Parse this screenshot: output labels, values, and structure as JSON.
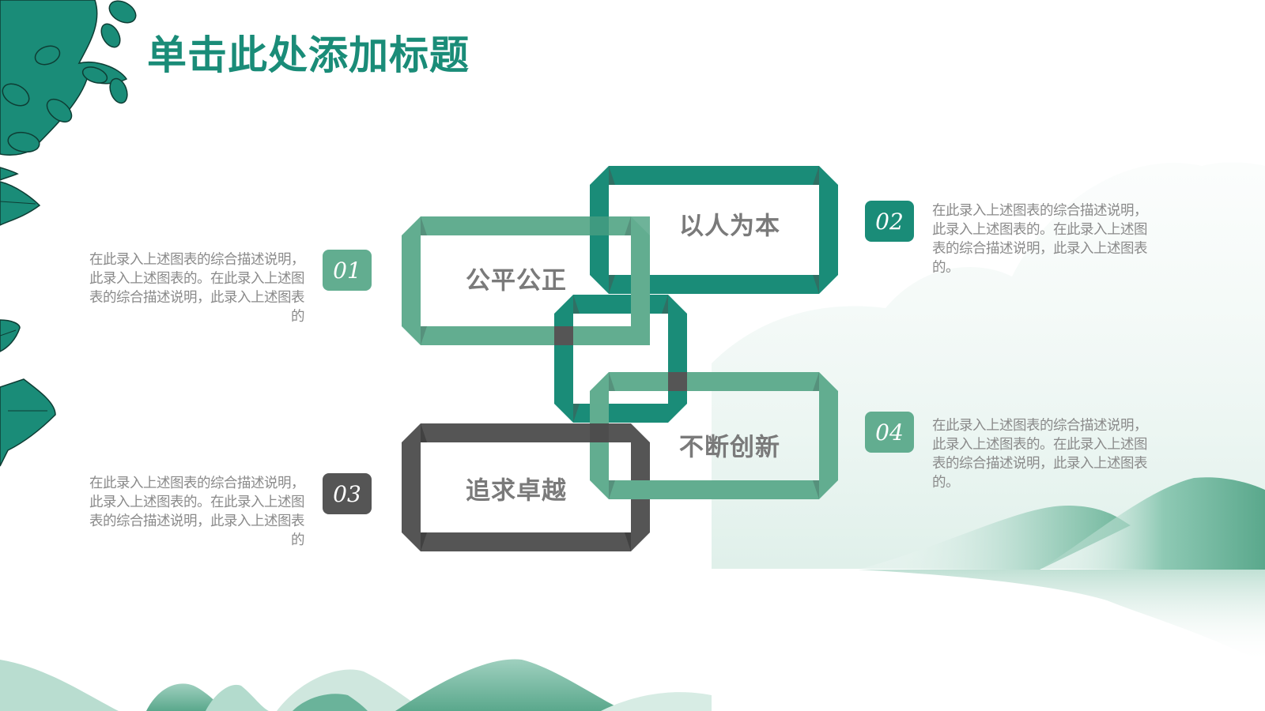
{
  "slide": {
    "title": "单击此处添加标题"
  },
  "colors": {
    "title": "#1a8c78",
    "dark_teal": "#1a8c78",
    "light_green": "#62ad90",
    "dark_gray": "#555555",
    "label_text": "#7a7a7a",
    "desc_text": "#8a8a8a"
  },
  "frames": [
    {
      "id": "A",
      "label": "公平公正",
      "color": "light_green"
    },
    {
      "id": "B",
      "label": "以人为本",
      "color": "dark_teal"
    },
    {
      "id": "C",
      "label": "",
      "color": "dark_teal"
    },
    {
      "id": "D",
      "label": "不断创新",
      "color": "light_green"
    },
    {
      "id": "E",
      "label": "追求卓越",
      "color": "dark_gray"
    }
  ],
  "items": [
    {
      "number": "01",
      "text": "在此录入上述图表的综合描述说明，此录入上述图表的。在此录入上述图表的综合描述说明，此录入上述图表的"
    },
    {
      "number": "02",
      "text": "在此录入上述图表的综合描述说明，此录入上述图表的。在此录入上述图表的综合描述说明，此录入上述图表的。"
    },
    {
      "number": "03",
      "text": "在此录入上述图表的综合描述说明，此录入上述图表的。在此录入上述图表的综合描述说明，此录入上述图表的"
    },
    {
      "number": "04",
      "text": "在此录入上述图表的综合描述说明，此录入上述图表的。在此录入上述图表的综合描述说明，此录入上述图表的。"
    }
  ],
  "decorations": {
    "leaves": "leaf-cluster-icon",
    "mountains": "mountain-icon",
    "clouds": "cloud-icon"
  }
}
